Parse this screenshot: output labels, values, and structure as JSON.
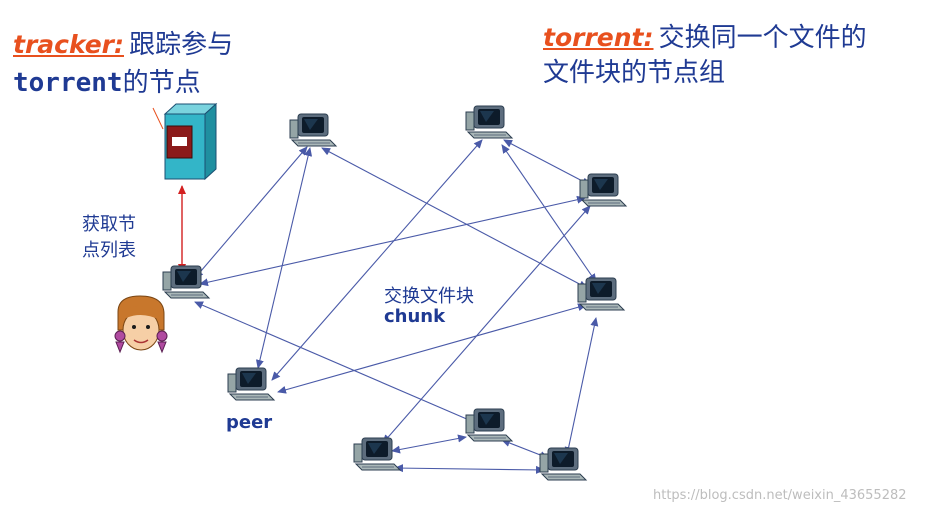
{
  "tracker_title": {
    "keyword": "tracker:",
    "line1_rest": "跟踪参与",
    "line2_bold": "torrent",
    "line2_rest": "的节点"
  },
  "torrent_title": {
    "keyword": "torrent:",
    "line1_rest": "交换同一个文件的",
    "line2": "文件块的节点组"
  },
  "tracker_link_label": [
    "获取节",
    "点列表"
  ],
  "exchange_label": {
    "line1": "交换文件块",
    "line2": "chunk"
  },
  "peer_label": "peer",
  "watermark": "https://blog.csdn.net/weixin_43655282",
  "colors": {
    "accent": "#e8501e",
    "text": "#1f3a93",
    "edge": "#4a5aa8",
    "tracker_edge": "#d32020",
    "server": "#33b5c8"
  },
  "icons": [
    "server-icon",
    "computer-icon",
    "person-icon"
  ]
}
